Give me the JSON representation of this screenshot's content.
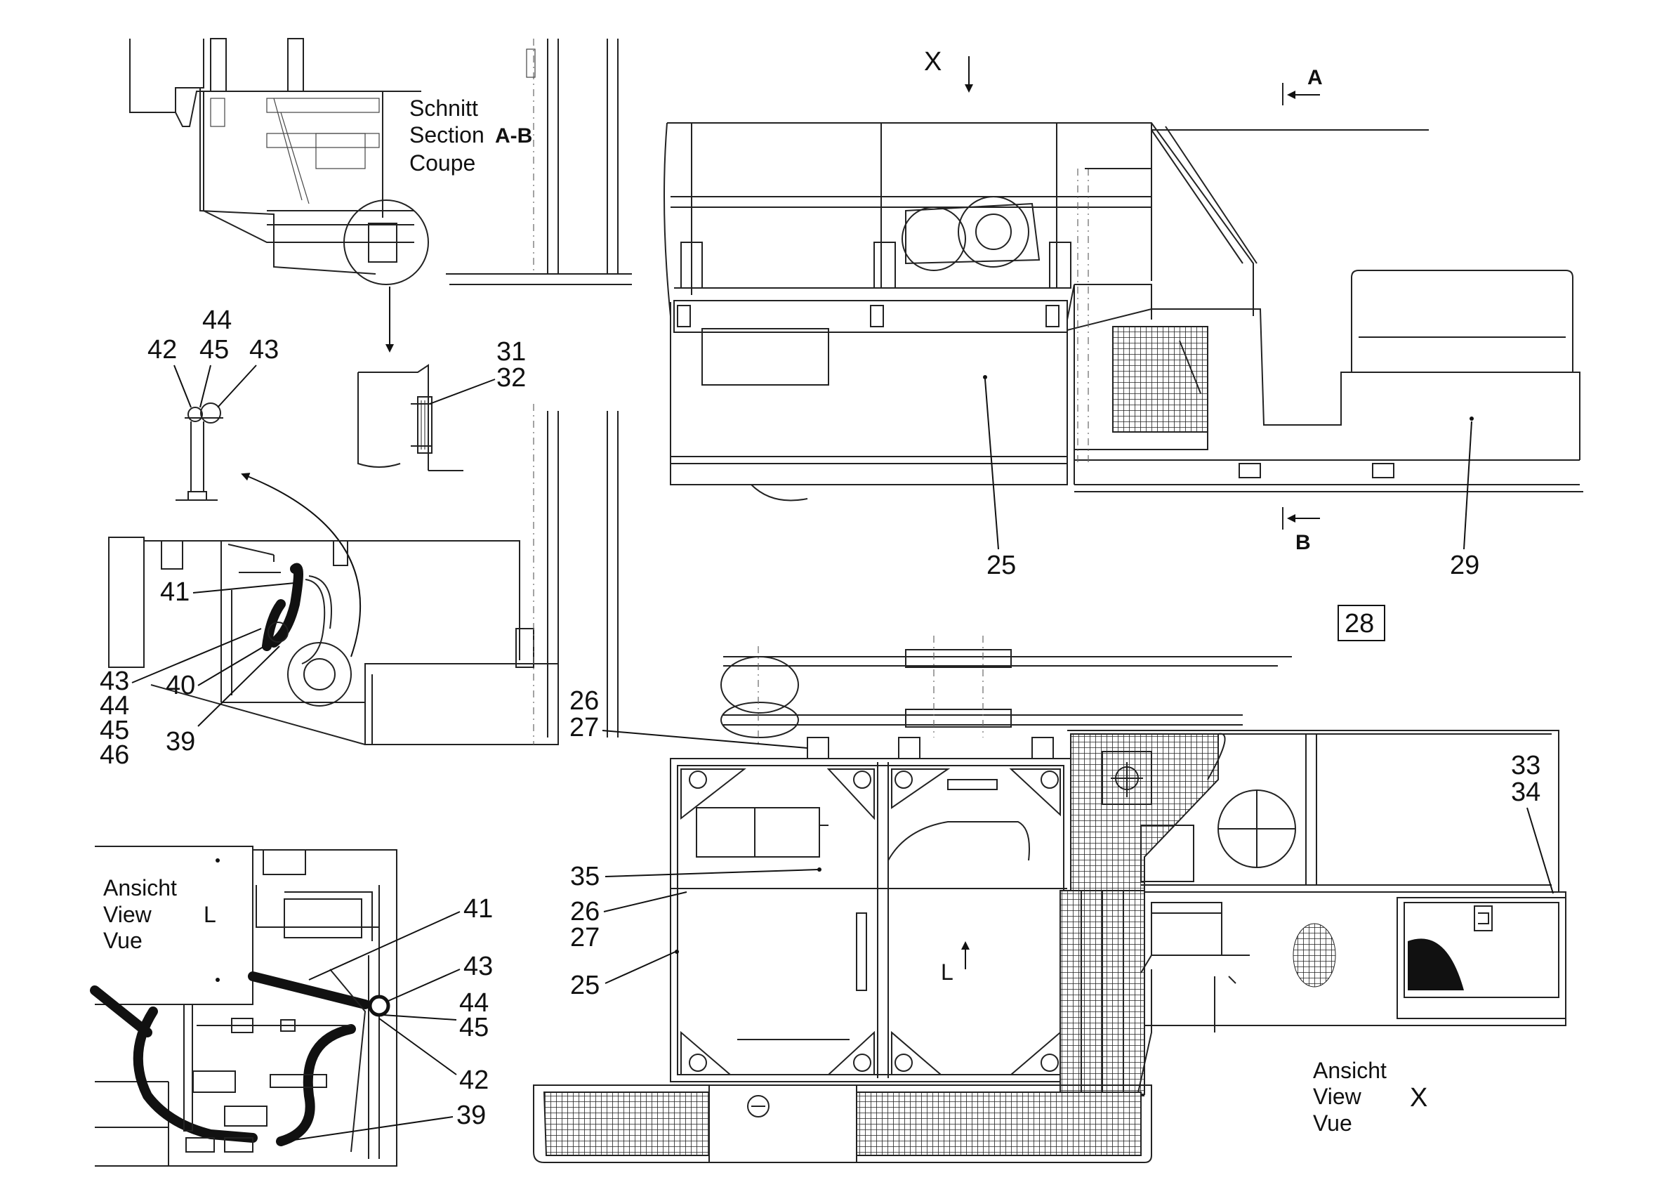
{
  "section_label": {
    "line1": "Schnitt",
    "line2": "Section",
    "line3": "Coupe",
    "cut": "A-B"
  },
  "view_l_label": {
    "line1": "Ansicht",
    "line2": "View",
    "line3": "Vue",
    "ref": "L"
  },
  "view_x_label": {
    "line1": "Ansicht",
    "line2": "View",
    "line3": "Vue",
    "ref": "X"
  },
  "view_marker_x": "X",
  "cut_marker_a": "A",
  "cut_marker_b": "B",
  "direction_marker_l": "L",
  "figure_number": "28",
  "callouts": {
    "c44_top": "44",
    "c42_top": "42",
    "c45_top": "45",
    "c43_top": "43",
    "c31": "31",
    "c32": "32",
    "c41_mid": "41",
    "c43_mid": "43",
    "c40": "40",
    "c44_mid": "44",
    "c45_mid": "45",
    "c46": "46",
    "c39_mid": "39",
    "c41_low": "41",
    "c43_low": "43",
    "c44_low": "44",
    "c45_low": "45",
    "c42_low": "42",
    "c39_low": "39",
    "c25_side": "25",
    "c29": "29",
    "c26_top": "26",
    "c27_top": "27",
    "c35": "35",
    "c26_mid": "26",
    "c27_mid": "27",
    "c25_plan": "25",
    "c33": "33",
    "c34": "34"
  }
}
